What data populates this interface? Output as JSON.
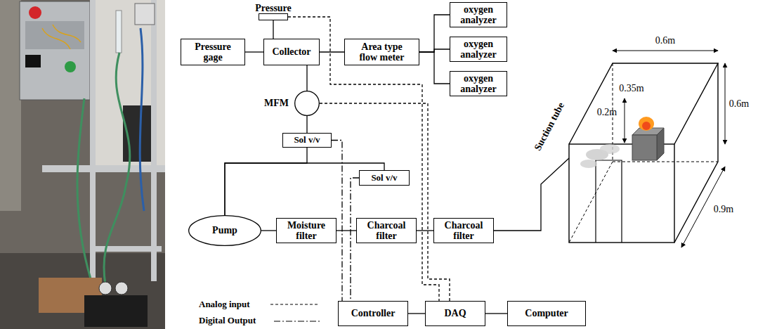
{
  "diagram": {
    "nodes": [
      {
        "text": [
          "Pressure"
        ]
      },
      {
        "text": [
          "Pressure gage"
        ]
      },
      {
        "text": [
          "Collector"
        ]
      },
      {
        "text": [
          "Area type flow meter"
        ]
      },
      {
        "text": [
          "oxygen analyzer"
        ]
      },
      {
        "text": [
          "oxygen analyzer"
        ]
      },
      {
        "text": [
          "oxygen analyzer"
        ]
      },
      {
        "text": [
          "MFM"
        ]
      },
      {
        "text": [
          "Sol v/v"
        ]
      },
      {
        "text": [
          "Sol v/v"
        ]
      },
      {
        "text": [
          "Pump"
        ]
      },
      {
        "text": [
          "Moisture filter"
        ]
      },
      {
        "text": [
          "Charcoal filter"
        ]
      },
      {
        "text": [
          "Charcoal filter"
        ]
      },
      {
        "text": [
          "Controller"
        ]
      },
      {
        "text": [
          "DAQ"
        ]
      },
      {
        "text": [
          "Computer"
        ]
      }
    ],
    "edges": [
      {
        "from": 1,
        "to": 2,
        "arrow": "none"
      },
      {
        "from": 2,
        "to": 0,
        "arrow": "none"
      },
      {
        "from": 2,
        "to": 3,
        "arrow": "none"
      },
      {
        "from": 3,
        "to": 4,
        "arrow": "none"
      },
      {
        "from": 3,
        "to": 5,
        "arrow": "none"
      },
      {
        "from": 3,
        "to": 6,
        "arrow": "none"
      },
      {
        "from": 2,
        "to": 7,
        "arrow": "none"
      },
      {
        "from": 7,
        "to": 8,
        "arrow": "none"
      },
      {
        "from": 10,
        "to": 8,
        "arrow": "none"
      },
      {
        "from": 10,
        "to": 9,
        "arrow": "none"
      },
      {
        "from": 10,
        "to": 11,
        "arrow": "none"
      },
      {
        "from": 11,
        "to": 12,
        "arrow": "none"
      },
      {
        "from": 12,
        "to": 13,
        "arrow": "none"
      },
      {
        "from": 0,
        "to": 15,
        "arrow": "none"
      },
      {
        "from": 7,
        "to": 15,
        "arrow": "none"
      },
      {
        "from": 8,
        "to": 14,
        "arrow": "none"
      },
      {
        "from": 9,
        "to": 14,
        "arrow": "none"
      },
      {
        "from": 14,
        "to": 15,
        "arrow": "none"
      },
      {
        "from": 15,
        "to": 16,
        "arrow": "none"
      }
    ],
    "labels": [
      "0.6m",
      "0.35m",
      "0.2m",
      "0.6m",
      "Suction tube",
      "0.9m"
    ],
    "legend": [
      {
        "text": "Analog input"
      },
      {
        "text": "Digital Output"
      }
    ]
  }
}
